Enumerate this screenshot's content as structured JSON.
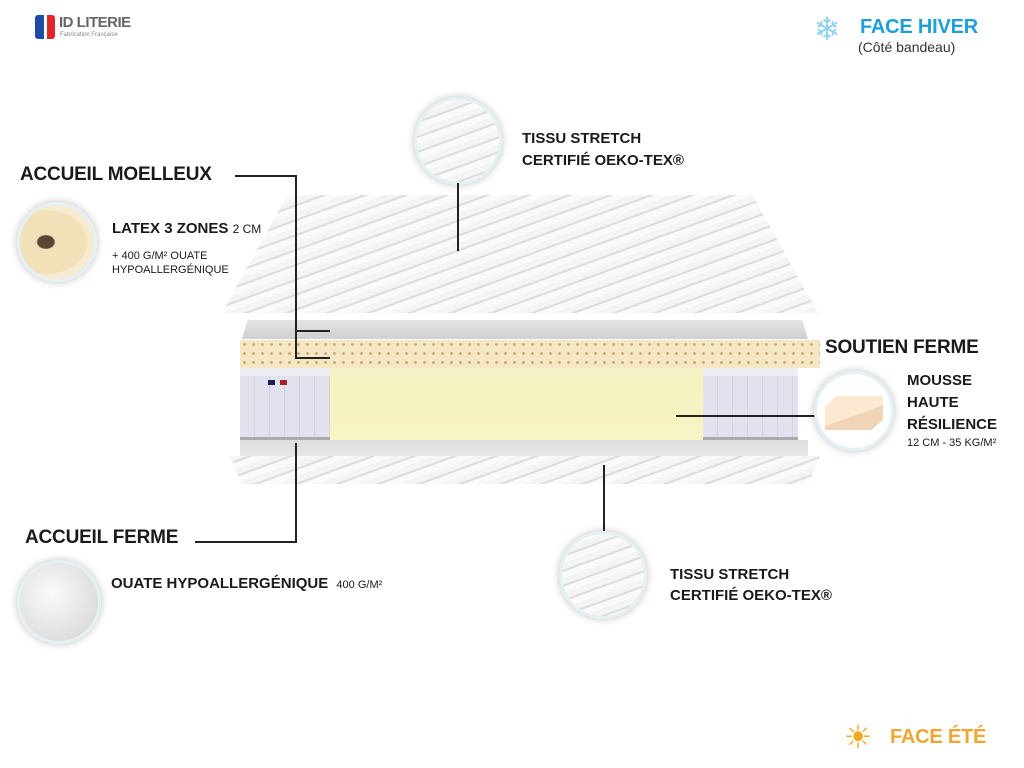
{
  "brand": {
    "name": "ID LITERIE",
    "tagline": "Fabrication Française"
  },
  "face_hiver": {
    "title": "FACE HIVER",
    "subtitle": "(Côté bandeau)",
    "color": "#1e9fdb",
    "icon": "snowflake-icon"
  },
  "face_ete": {
    "title": "FACE ÉTÉ",
    "color": "#f0a630",
    "icon": "sun-icon"
  },
  "top_fabric": {
    "line1": "TISSU STRETCH",
    "line2": "CERTIFIÉ OEKO-TEX®"
  },
  "accueil_moelleux": {
    "heading": "ACCUEIL MOELLEUX",
    "material": "LATEX 3 ZONES",
    "thickness": "2 CM",
    "detail1": "+ 400 G/M² OUATE",
    "detail2": "HYPOALLERGÉNIQUE"
  },
  "soutien_ferme": {
    "heading": "SOUTIEN FERME",
    "line1": "MOUSSE",
    "line2": "HAUTE",
    "line3": "RÉSILIENCE",
    "spec": "12 CM - 35 KG/M²"
  },
  "accueil_ferme": {
    "heading": "ACCUEIL FERME",
    "material": "OUATE HYPOALLERGÉNIQUE",
    "weight": "400 G/M²"
  },
  "bottom_fabric": {
    "line1": "TISSU STRETCH",
    "line2": "CERTIFIÉ OEKO-TEX®"
  }
}
